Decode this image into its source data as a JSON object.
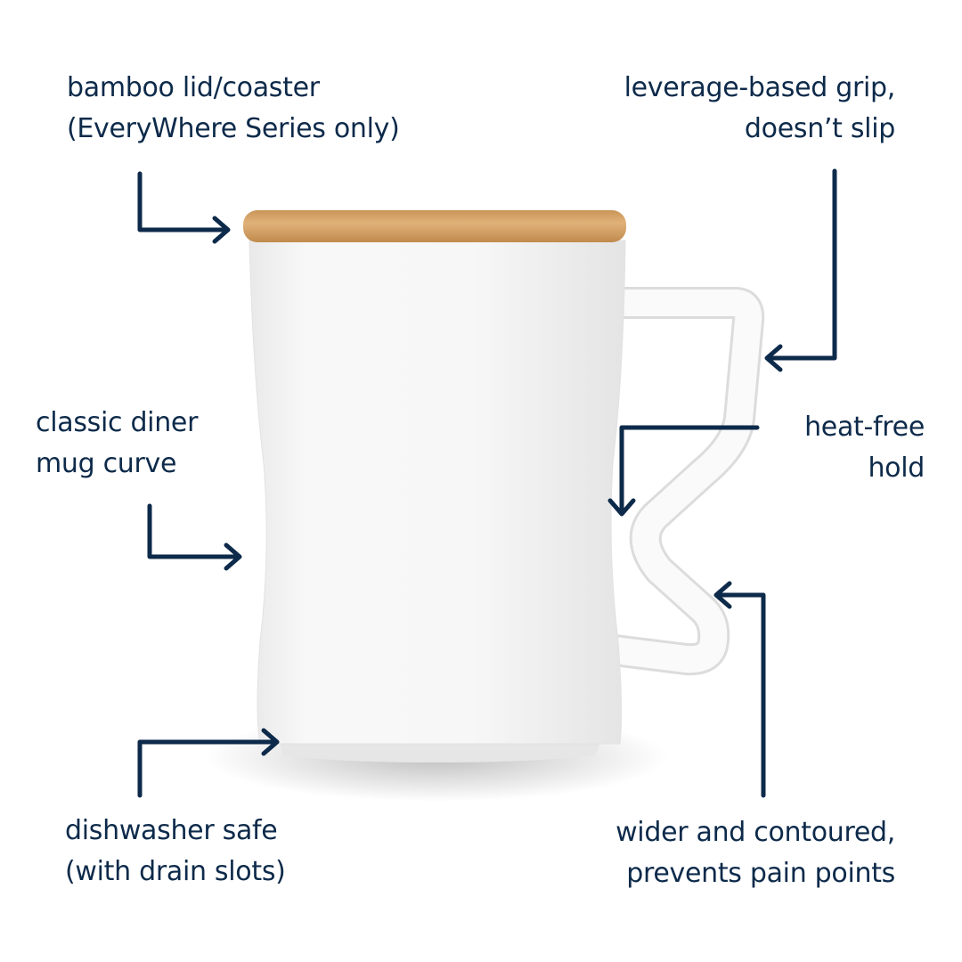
{
  "colors": {
    "text": "#0d2a4a",
    "arrow": "#0d2a4a",
    "lid": "#d4a366",
    "mug": "#f4f4f4"
  },
  "callouts": {
    "lid": {
      "line1": "bamboo lid/coaster",
      "line2": "(EveryWhere Series only)"
    },
    "grip": {
      "line1": "leverage-based grip,",
      "line2": "doesn’t slip"
    },
    "curve": {
      "line1": "classic diner",
      "line2": "mug curve"
    },
    "heat": {
      "line1": "heat-free",
      "line2": "hold"
    },
    "dishwasher": {
      "line1": "dishwasher safe",
      "line2": "(with drain slots)"
    },
    "contoured": {
      "line1": "wider and contoured,",
      "line2": "prevents pain points"
    }
  }
}
